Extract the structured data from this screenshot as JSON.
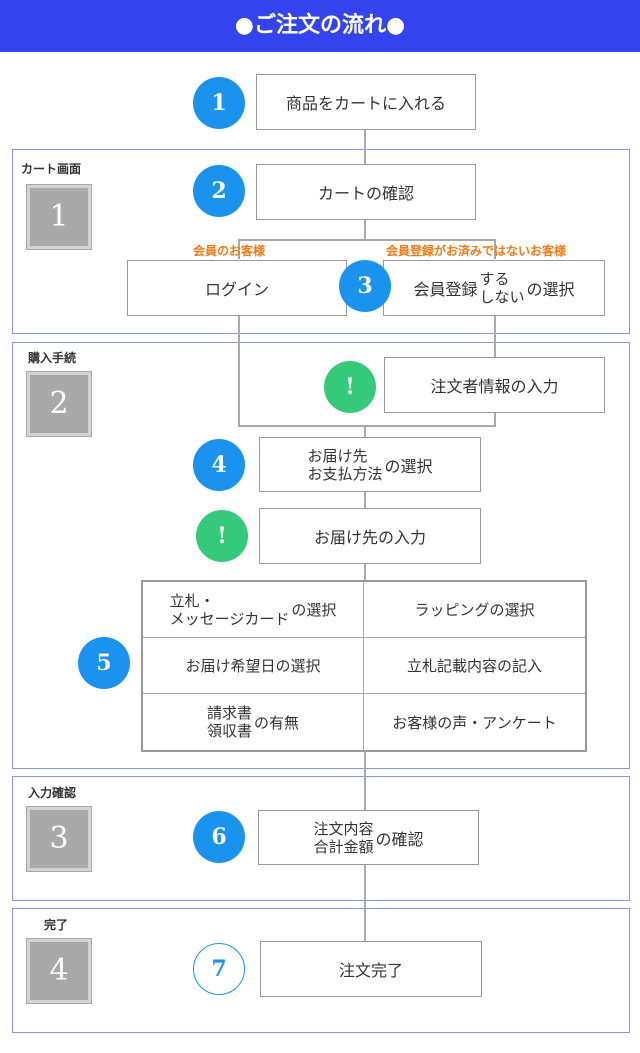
{
  "header": {
    "title": "●ご注文の流れ●"
  },
  "sections": [
    {
      "label": "カート画面",
      "number": "1"
    },
    {
      "label": "購入手続",
      "number": "2"
    },
    {
      "label": "入力確認",
      "number": "3"
    },
    {
      "label": "完了",
      "number": "4"
    }
  ],
  "steps": {
    "s1": {
      "marker": "1",
      "text": "商品をカートに入れる"
    },
    "s2": {
      "marker": "2",
      "text": "カートの確認"
    },
    "member_note": "会員のお客様",
    "nonmember_note": "会員登録がお済みではないお客様",
    "login": "ログイン",
    "s3": {
      "marker": "3",
      "pre": "会員登録",
      "opt1": "する",
      "opt2": "しない",
      "post": "の選択"
    },
    "excl1": {
      "marker": "!",
      "text": "注文者情報の入力"
    },
    "s4": {
      "marker": "4",
      "line1": "お届け先",
      "line2": "お支払方法",
      "post": "の選択"
    },
    "excl2": {
      "marker": "!",
      "text": "お届け先の入力"
    },
    "s5": {
      "marker": "5"
    },
    "s6": {
      "marker": "6",
      "line1": "注文内容",
      "line2": "合計金額",
      "post": "の確認"
    },
    "s7": {
      "marker": "7",
      "text": "注文完了"
    }
  },
  "table": {
    "r1c1": {
      "line1": "立札・",
      "line2": "メッセージカード",
      "post": "の選択"
    },
    "r1c2": "ラッピングの選択",
    "r2c1": "お届け希望日の選択",
    "r2c2": "立札記載内容の記入",
    "r3c1": {
      "line1": "請求書",
      "line2": "領収書",
      "post": "の有無"
    },
    "r3c2": "お客様の声・アンケート"
  }
}
